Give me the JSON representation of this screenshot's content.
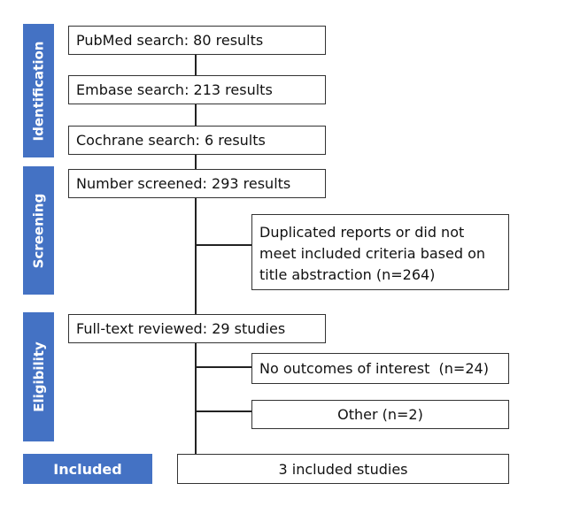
{
  "stages": {
    "identification": "Identification",
    "screening": "Screening",
    "eligibility": "Eligibility",
    "included": "Included"
  },
  "boxes": {
    "pubmed": "PubMed search: 80 results",
    "embase": "Embase search: 213 results",
    "cochrane": "Cochrane search: 6 results",
    "screened": "Number screened: 293 results",
    "excluded_screening": "Duplicated reports or did not meet included criteria based on title abstraction (n=264)",
    "fulltext": "Full-text reviewed: 29 studies",
    "no_outcomes": "No outcomes of interest  (n=24)",
    "other": "Other (n=2)",
    "included": "3 included studies"
  },
  "colors": {
    "stage_fill": "#4472c4",
    "stage_text": "#ffffff",
    "box_border": "#333333",
    "connector": "#222222"
  }
}
